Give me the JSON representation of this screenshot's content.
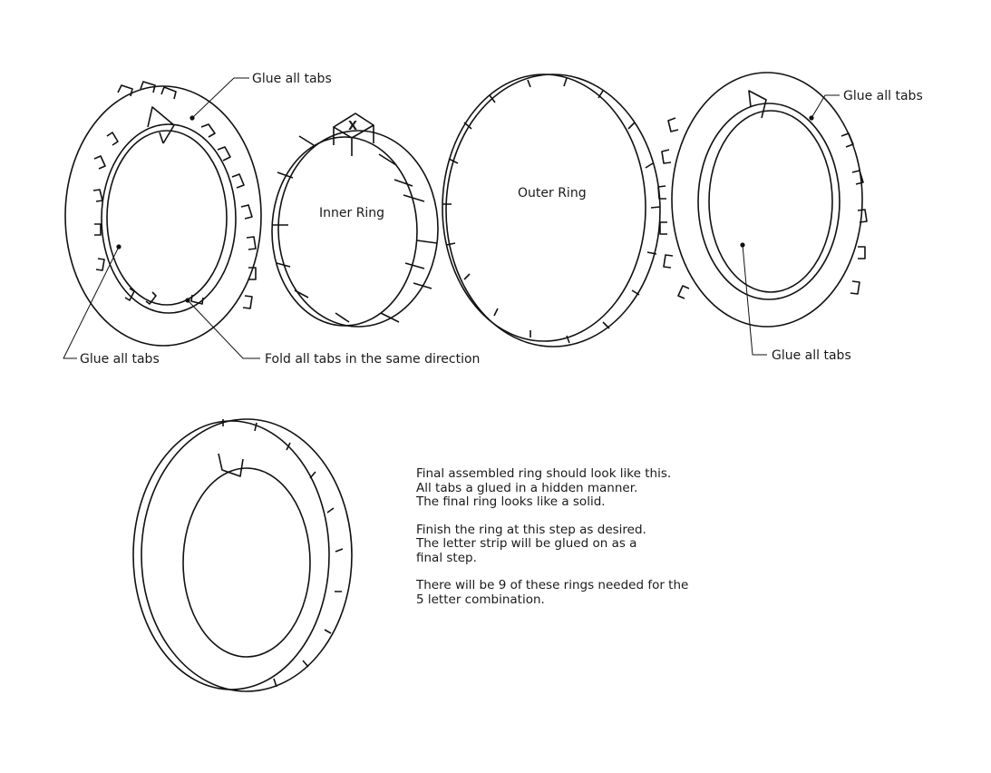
{
  "labels": {
    "glue_top_left": "Glue all tabs",
    "glue_bottom_left": "Glue all tabs",
    "fold": "Fold all tabs in the same direction",
    "inner_ring": "Inner Ring",
    "outer_ring": "Outer Ring",
    "glue_top_right": "Glue all tabs",
    "glue_bottom_right": "Glue all tabs",
    "tab_mark": "X"
  },
  "notes": {
    "para1": "Final assembled ring should look like this.\nAll tabs a glued in a hidden manner.\nThe final ring looks like a solid.",
    "para2": "Finish the ring at this step as desired.\nThe letter strip will be glued on as a\nfinal step.",
    "para3": "There will be 9 of these rings needed for the\n5 letter combination."
  }
}
